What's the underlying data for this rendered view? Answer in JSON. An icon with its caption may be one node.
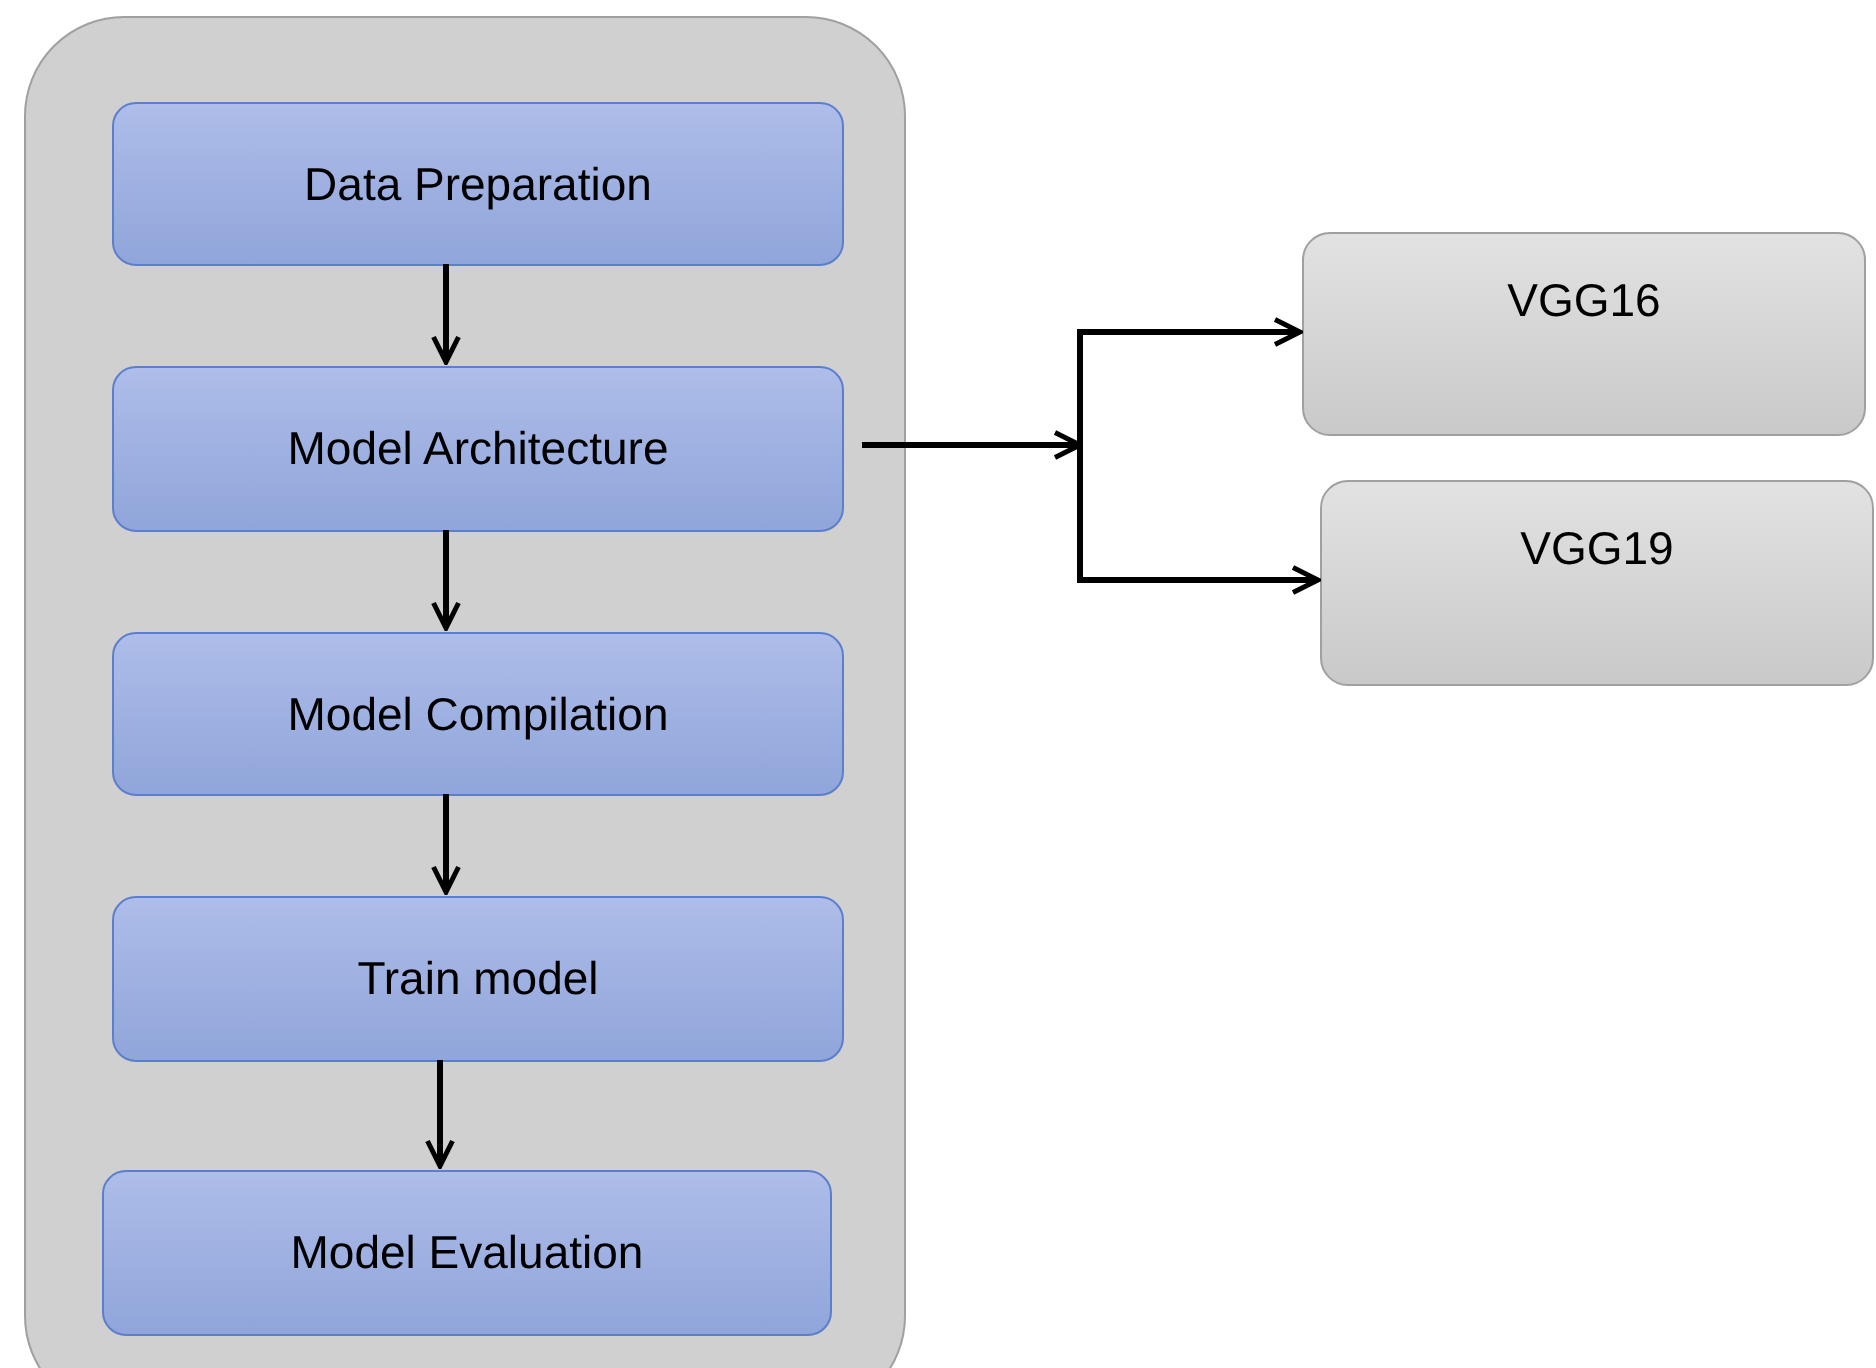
{
  "diagram": {
    "nodes": [
      {
        "text": [],
        "shape": "box"
      },
      {
        "text": [
          "Data Preparation"
        ],
        "in": 0
      },
      {
        "text": [
          "Model Architecture"
        ],
        "in": 0
      },
      {
        "text": [
          "Model Compilation"
        ],
        "in": 0
      },
      {
        "text": [
          "Train model"
        ],
        "in": 0
      },
      {
        "text": [
          "Model Evaluation"
        ],
        "in": 0
      },
      {
        "text": [
          "VGG16"
        ]
      },
      {
        "text": [
          "VGG19"
        ]
      }
    ],
    "edges": [
      {
        "from": 1,
        "to": 2,
        "arrow": "to"
      },
      {
        "from": 2,
        "to": 3,
        "arrow": "to"
      },
      {
        "from": 3,
        "to": 4,
        "arrow": "to"
      },
      {
        "from": 4,
        "to": 5,
        "arrow": "to"
      },
      {
        "from": 2,
        "to": 6,
        "arrow": "to"
      },
      {
        "from": 2,
        "to": 7,
        "arrow": "to"
      }
    ]
  }
}
